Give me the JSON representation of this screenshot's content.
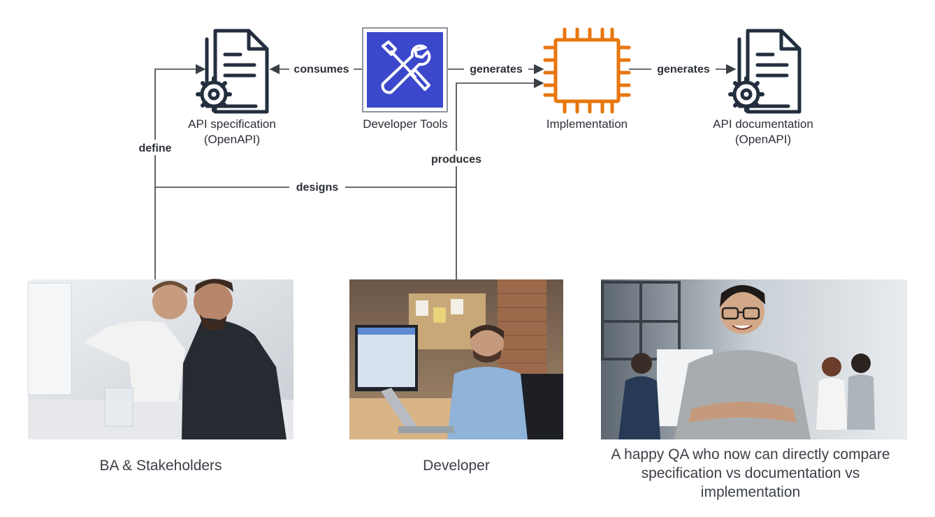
{
  "nodes": {
    "api_spec": {
      "label_line1": "API specification",
      "label_line2": "(OpenAPI)",
      "icon": "document-gear-icon"
    },
    "dev_tools": {
      "label": "Developer Tools",
      "icon": "wrench-screwdriver-icon",
      "color": "#3b48cc"
    },
    "implementation": {
      "label": "Implementation",
      "icon": "chip-icon",
      "color": "#e8760d"
    },
    "api_doc": {
      "label_line1": "API documentation",
      "label_line2": "(OpenAPI)",
      "icon": "document-gear-icon"
    }
  },
  "edges": {
    "consumes": "consumes",
    "generates_impl": "generates",
    "generates_doc": "generates",
    "define": "define",
    "designs": "designs",
    "produces": "produces"
  },
  "people": {
    "ba": {
      "caption": "BA & Stakeholders"
    },
    "developer": {
      "caption": "Developer"
    },
    "qa": {
      "caption_line1": "A happy QA who now can directly compare",
      "caption_line2": "specification vs documentation vs",
      "caption_line3": "implementation"
    }
  },
  "colors": {
    "icon_dark": "#232f3e",
    "line": "#3a3f46",
    "dev_tools_blue": "#3b48cc",
    "chip_orange": "#e8760d"
  }
}
